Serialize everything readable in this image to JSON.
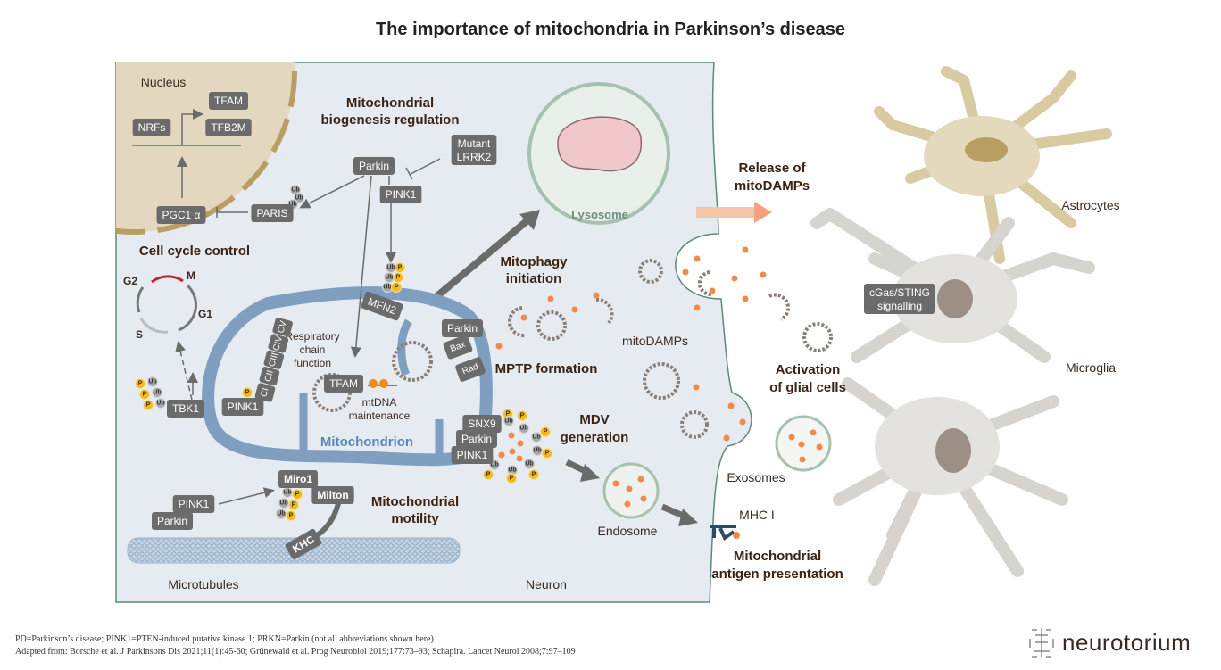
{
  "title": "The importance of mitochondria in Parkinson’s disease",
  "sections": {
    "nucleus": "Nucleus",
    "biogenesis": [
      "Mitochondrial",
      "biogenesis regulation"
    ],
    "cell_cycle": "Cell cycle control",
    "respiratory": [
      "Respiratory",
      "chain",
      "function"
    ],
    "mtdna": [
      "mtDNA",
      "maintenance"
    ],
    "mitochondrion": "Mitochondrion",
    "mitophagy": [
      "Mitophagy",
      "initiation"
    ],
    "mptp": "MPTP formation",
    "mdv": [
      "MDV",
      "generation"
    ],
    "motility": [
      "Mitochondrial",
      "motility"
    ],
    "microtubules": "Microtubules",
    "neuron": "Neuron",
    "lysosome": "Lysosome",
    "endosome": "Endosome",
    "mitodamps": "mitoDAMPs",
    "release": [
      "Release of",
      "mitoDAMPs"
    ],
    "astrocytes": "Astrocytes",
    "microglia": "Microglia",
    "activation": [
      "Activation",
      "of glial cells"
    ],
    "exosomes": "Exosomes",
    "mhc": "MHC I",
    "antigen": [
      "Mitochondrial",
      "antigen presentation"
    ]
  },
  "phases": {
    "g2": "G2",
    "m": "M",
    "g1": "G1",
    "s": "S"
  },
  "proteins": {
    "tfam_nuc": "TFAM",
    "tfb2m": "TFB2M",
    "nrfs": "NRFs",
    "parkin_top": "Parkin",
    "lrrk2": [
      "Mutant",
      "LRRK2"
    ],
    "pink1_top": "PINK1",
    "paris": "PARIS",
    "pgc1a": "PGC1 α",
    "tbk1": "TBK1",
    "pink1_resp": "PINK1",
    "complexes": [
      "CI",
      "CII",
      "CIII",
      "CIV",
      "CV"
    ],
    "tfam_mito": "TFAM",
    "mfn2": "MFN2",
    "parkin_mptp": "Parkin",
    "bax": "Bax",
    "rad": "Rad",
    "snx9": "SNX9",
    "parkin_mdv": "Parkin",
    "pink1_mdv": "PINK1",
    "miro1": "Miro1",
    "milton": "Milton",
    "khc": "KHC",
    "pink1_mot": "PINK1",
    "parkin_mot": "Parkin",
    "cgas": [
      "cGas/STING",
      "signalling"
    ]
  },
  "modifications": {
    "ub": "Ub",
    "p": "P"
  },
  "footnotes": [
    "PD=Parkinson’s disease; PINK1=PTEN-induced putative kinase 1; PRKN=Parkin (not all abbreviations shown here)",
    "Adapted from: Borsche et al. J Parkinsons Dis 2021;11(1):45-60; Grünewald et al. Prog Neurobiol 2019;177:73–93; Schapira. Lancet Neurol 2008;7:97–109"
  ],
  "logo": "neurotorium",
  "colors": {
    "neuron_bg": "#e6ebf1",
    "nucleus": "#e3d7bf",
    "mito": "#7f9fc0",
    "heading": "#3b2314",
    "box": "#6b6b6b",
    "ub": "#a8a8a8",
    "phospho": "#f4b71c",
    "damp": "#f08a4b",
    "astrocyte": "#e4d9bd",
    "microglia": "#e4e2df",
    "m_phase": "#c0272d"
  }
}
